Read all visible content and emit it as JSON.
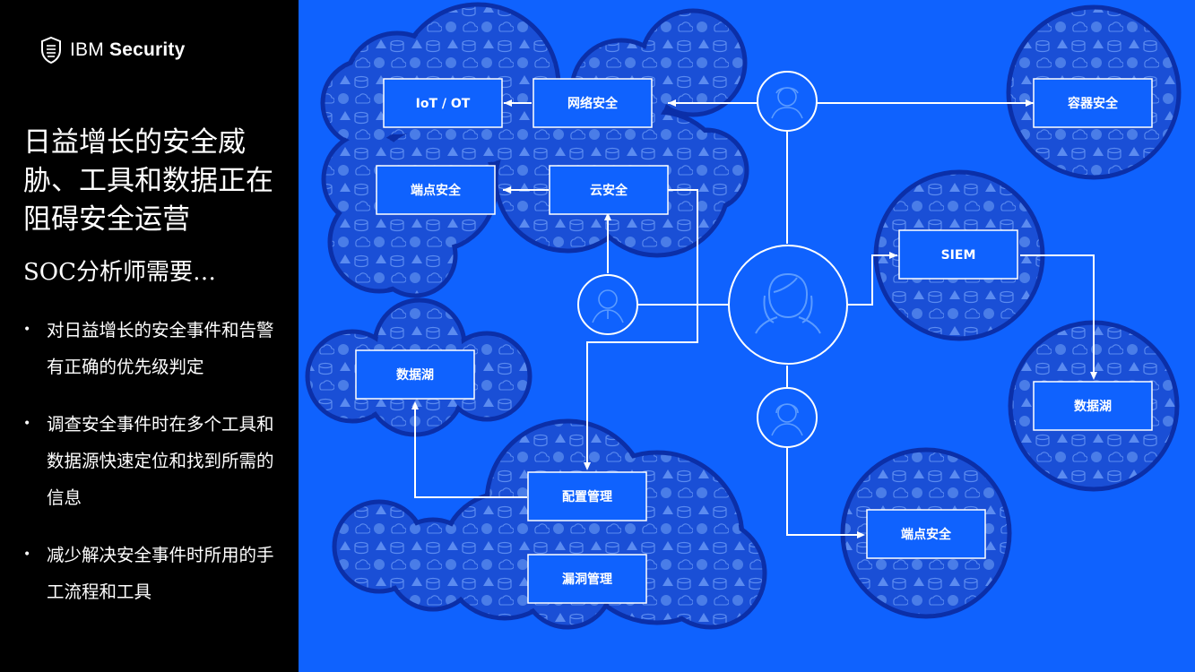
{
  "brand": {
    "name_light": "IBM",
    "name_bold": "Security",
    "logo_icon": "ibm-security-shield-icon"
  },
  "sidebar": {
    "headline": "日益增长的安全威胁、工具和数据正在阻碍安全运营",
    "subhead": "SOC分析师需要…",
    "bullets": [
      "对日益增长的安全事件和告警有正确的优先级判定",
      "调查安全事件时在多个工具和数据源快速定位和找到所需的信息",
      "减少解决安全事件时所用的手工流程和工具"
    ]
  },
  "colors": {
    "background": "#0f62fe",
    "sidebar": "#000000",
    "cloud": "#1a4fd6",
    "cloud_outline": "#0b2fa8",
    "box_fill": "#0f62fe",
    "line": "#ffffff"
  },
  "diagram": {
    "nodes": {
      "iot_ot": "IoT / OT",
      "network_security": "网络安全",
      "endpoint_security_left": "端点安全",
      "cloud_security": "云安全",
      "data_lake_left": "数据湖",
      "config_mgmt": "配置管理",
      "vuln_mgmt": "漏洞管理",
      "container_security": "容器安全",
      "siem": "SIEM",
      "data_lake_right": "数据湖",
      "endpoint_security_right": "端点安全"
    },
    "people": [
      "analyst-avatar-center",
      "user-avatar-top",
      "user-avatar-left",
      "user-avatar-bottom"
    ]
  }
}
